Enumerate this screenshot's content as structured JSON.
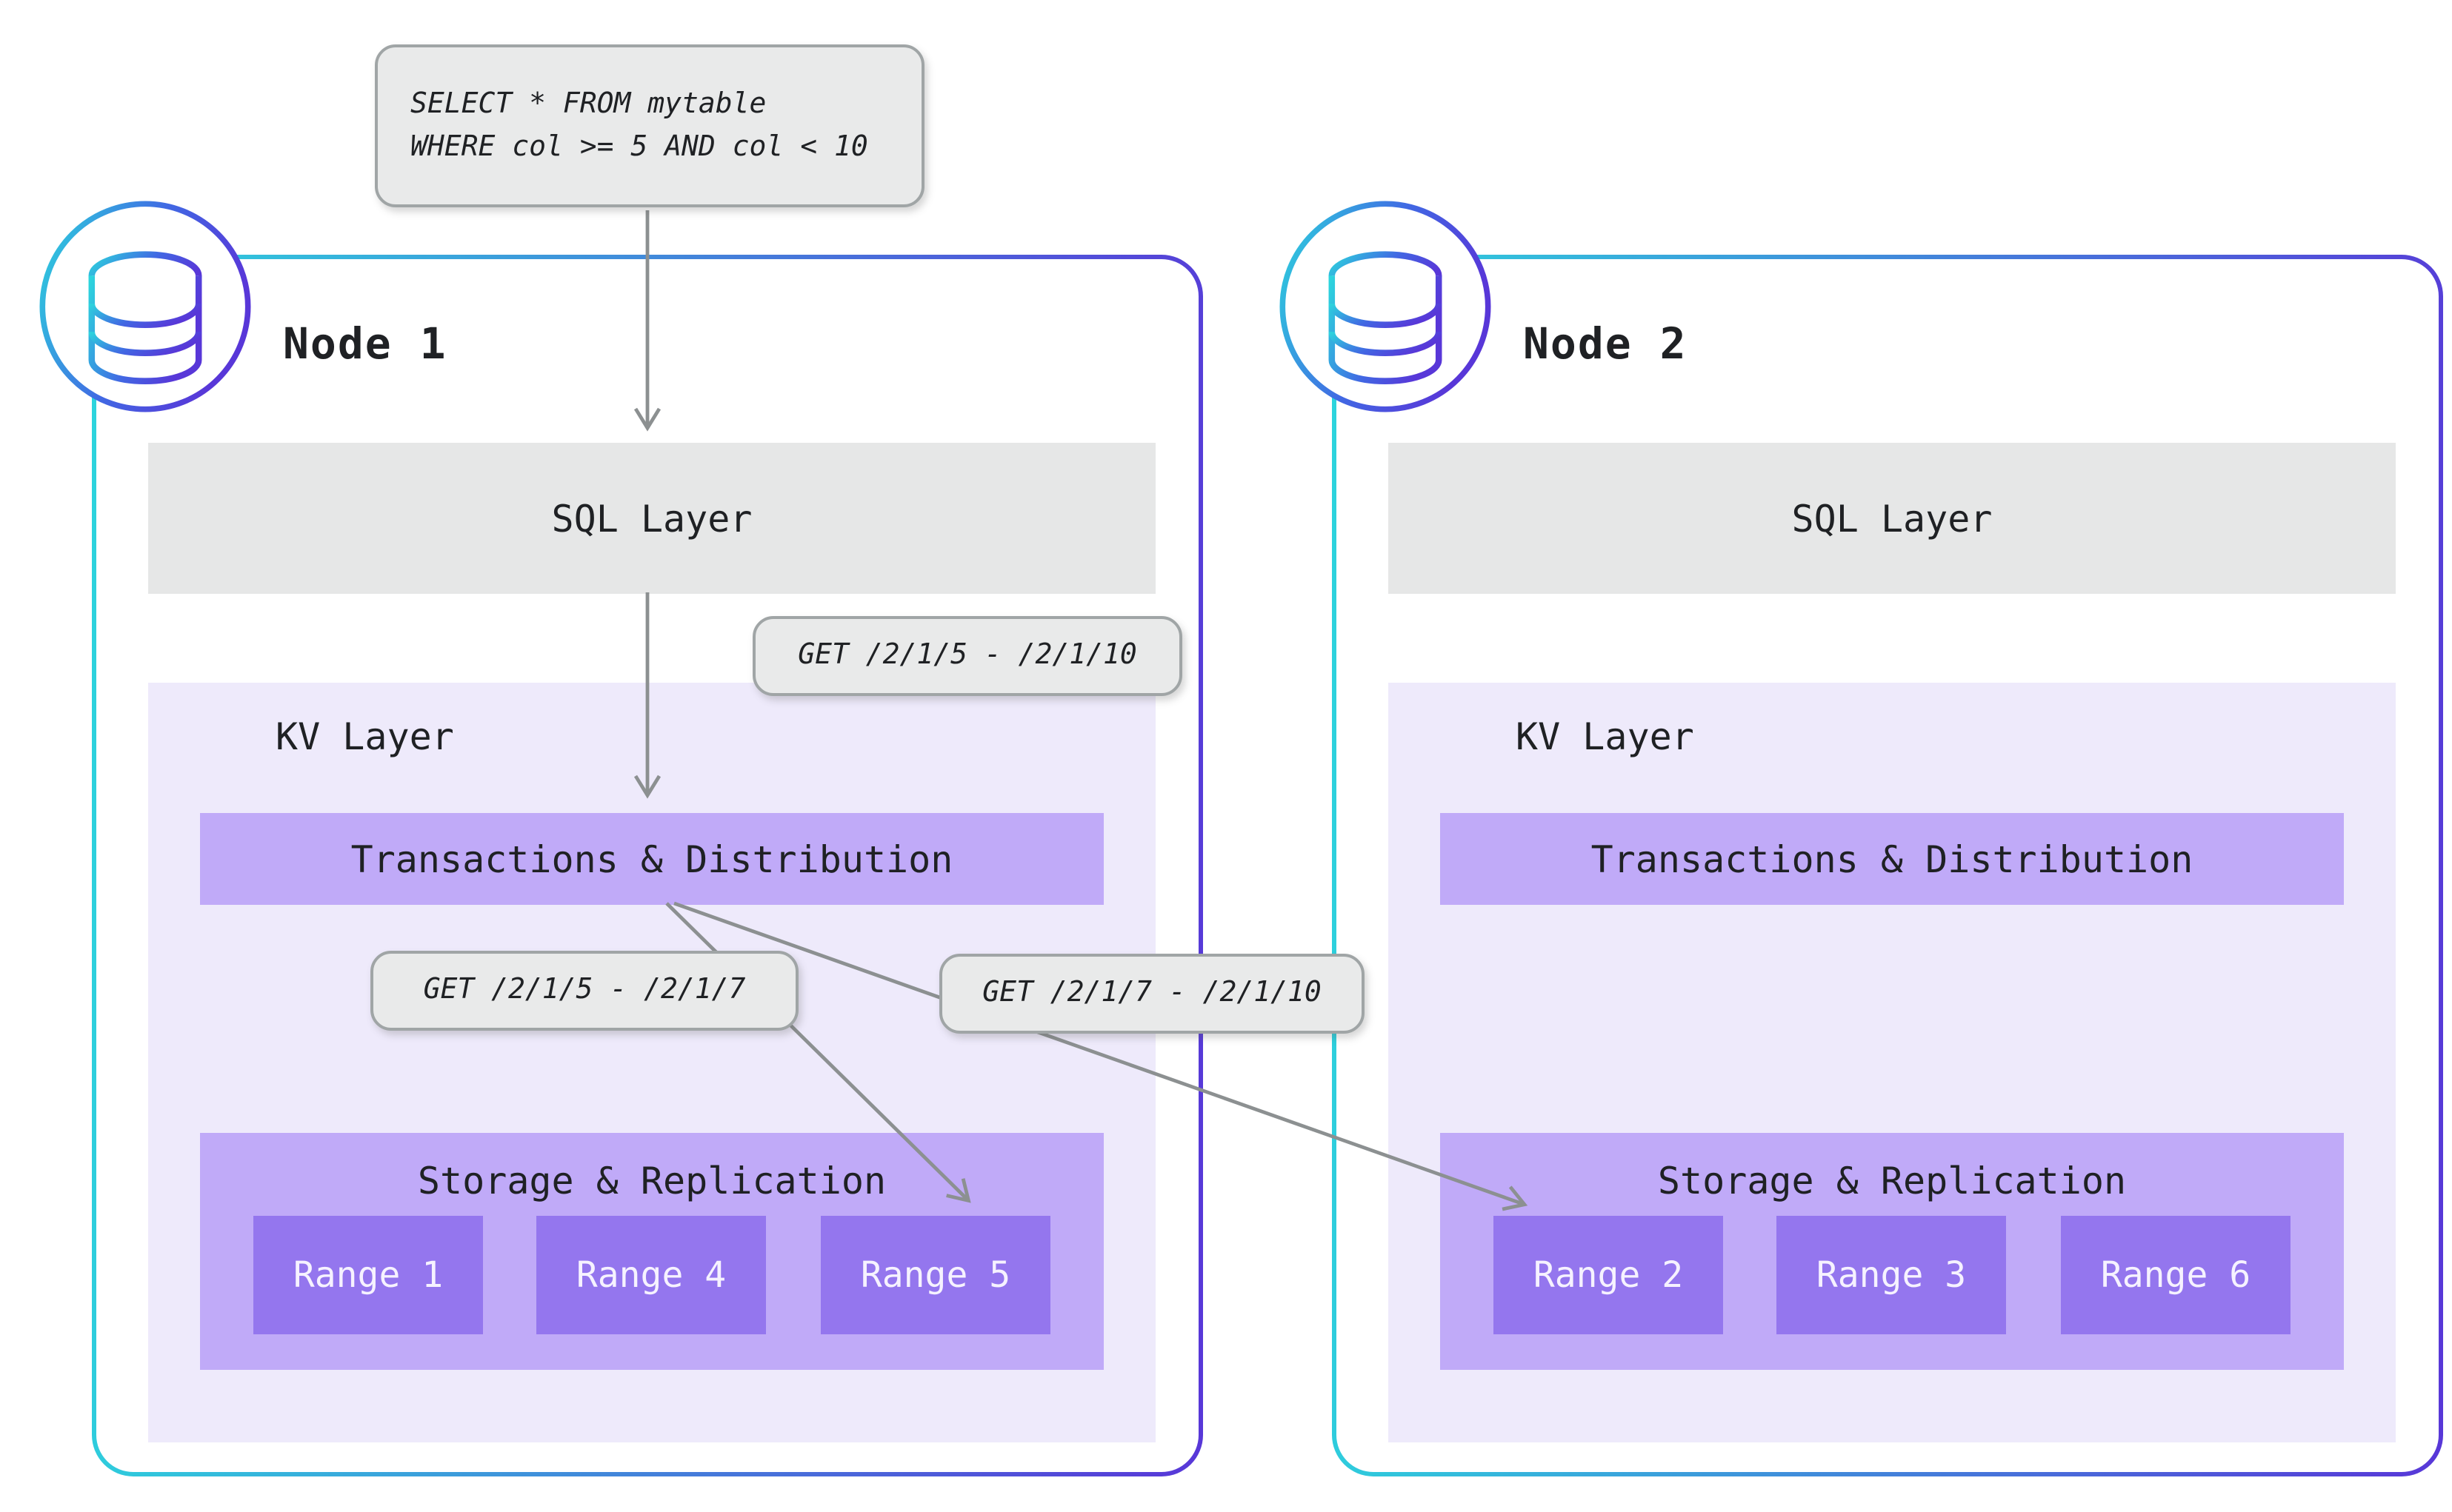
{
  "query_box": {
    "lines": [
      "SELECT * FROM mytable",
      "WHERE col >= 5 AND col < 10"
    ]
  },
  "request_labels": {
    "full_range": "GET /2/1/5 - /2/1/10",
    "left_split": "GET /2/1/5 - /2/1/7",
    "right_split": "GET /2/1/7 - /2/1/10"
  },
  "nodes": [
    {
      "title": "Node 1",
      "icon": "database-icon",
      "sql_layer_label": "SQL Layer",
      "kv_layer_label": "KV Layer",
      "transactions_label": "Transactions & Distribution",
      "storage_label": "Storage & Replication",
      "ranges": [
        "Range 1",
        "Range 4",
        "Range 5"
      ]
    },
    {
      "title": "Node 2",
      "icon": "database-icon",
      "sql_layer_label": "SQL Layer",
      "kv_layer_label": "KV Layer",
      "transactions_label": "Transactions & Distribution",
      "storage_label": "Storage & Replication",
      "ranges": [
        "Range 2",
        "Range 3",
        "Range 6"
      ]
    }
  ],
  "colors": {
    "node_border_start": "#2cd5dd",
    "node_border_end": "#5837d8",
    "sql_layer_bg": "#e6e7e7",
    "label_bg": "#e9eaea",
    "label_border": "#a0a5a6",
    "kv_bg": "#eeeafb",
    "bar_bg": "#c0aaf8",
    "range_bg": "#9476ee",
    "arrow": "#8c9091",
    "text": "#1f2124",
    "range_text": "#f6f2ff"
  }
}
